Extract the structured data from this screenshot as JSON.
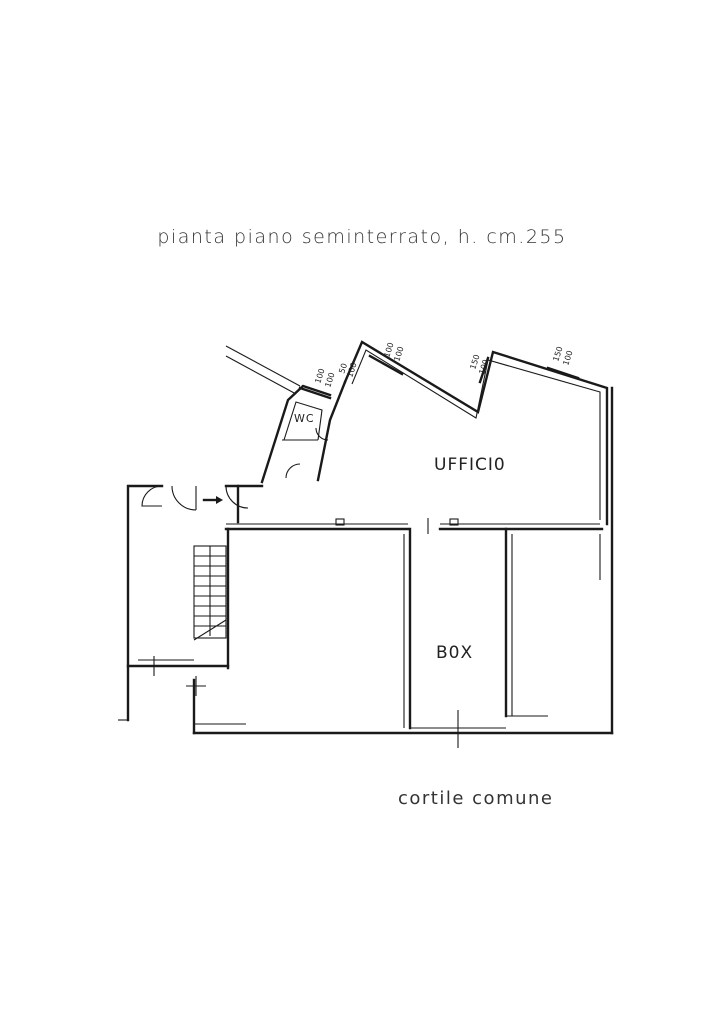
{
  "title": "pianta piano seminterrato, h. cm.255",
  "footer": "cortile comune",
  "rooms": {
    "ufficio": "UFFICI0",
    "box": "B0X",
    "wc": "WC"
  },
  "window_dims": [
    {
      "top": "100",
      "bottom": "100"
    },
    {
      "top": "50",
      "bottom": "100"
    },
    {
      "top": "100",
      "bottom": "100"
    },
    {
      "top": "150",
      "bottom": "100"
    },
    {
      "top": "150",
      "bottom": "100"
    }
  ]
}
